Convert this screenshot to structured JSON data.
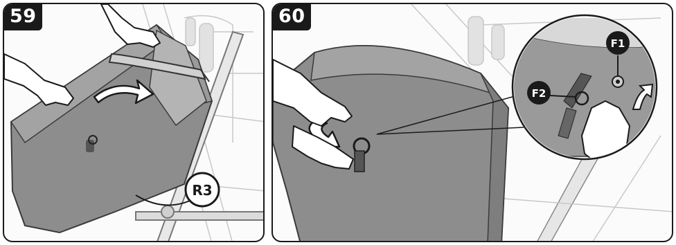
{
  "steps": [
    {
      "number": "59",
      "callout": "R3"
    },
    {
      "number": "60",
      "callouts": [
        "F1",
        "F2"
      ]
    }
  ]
}
